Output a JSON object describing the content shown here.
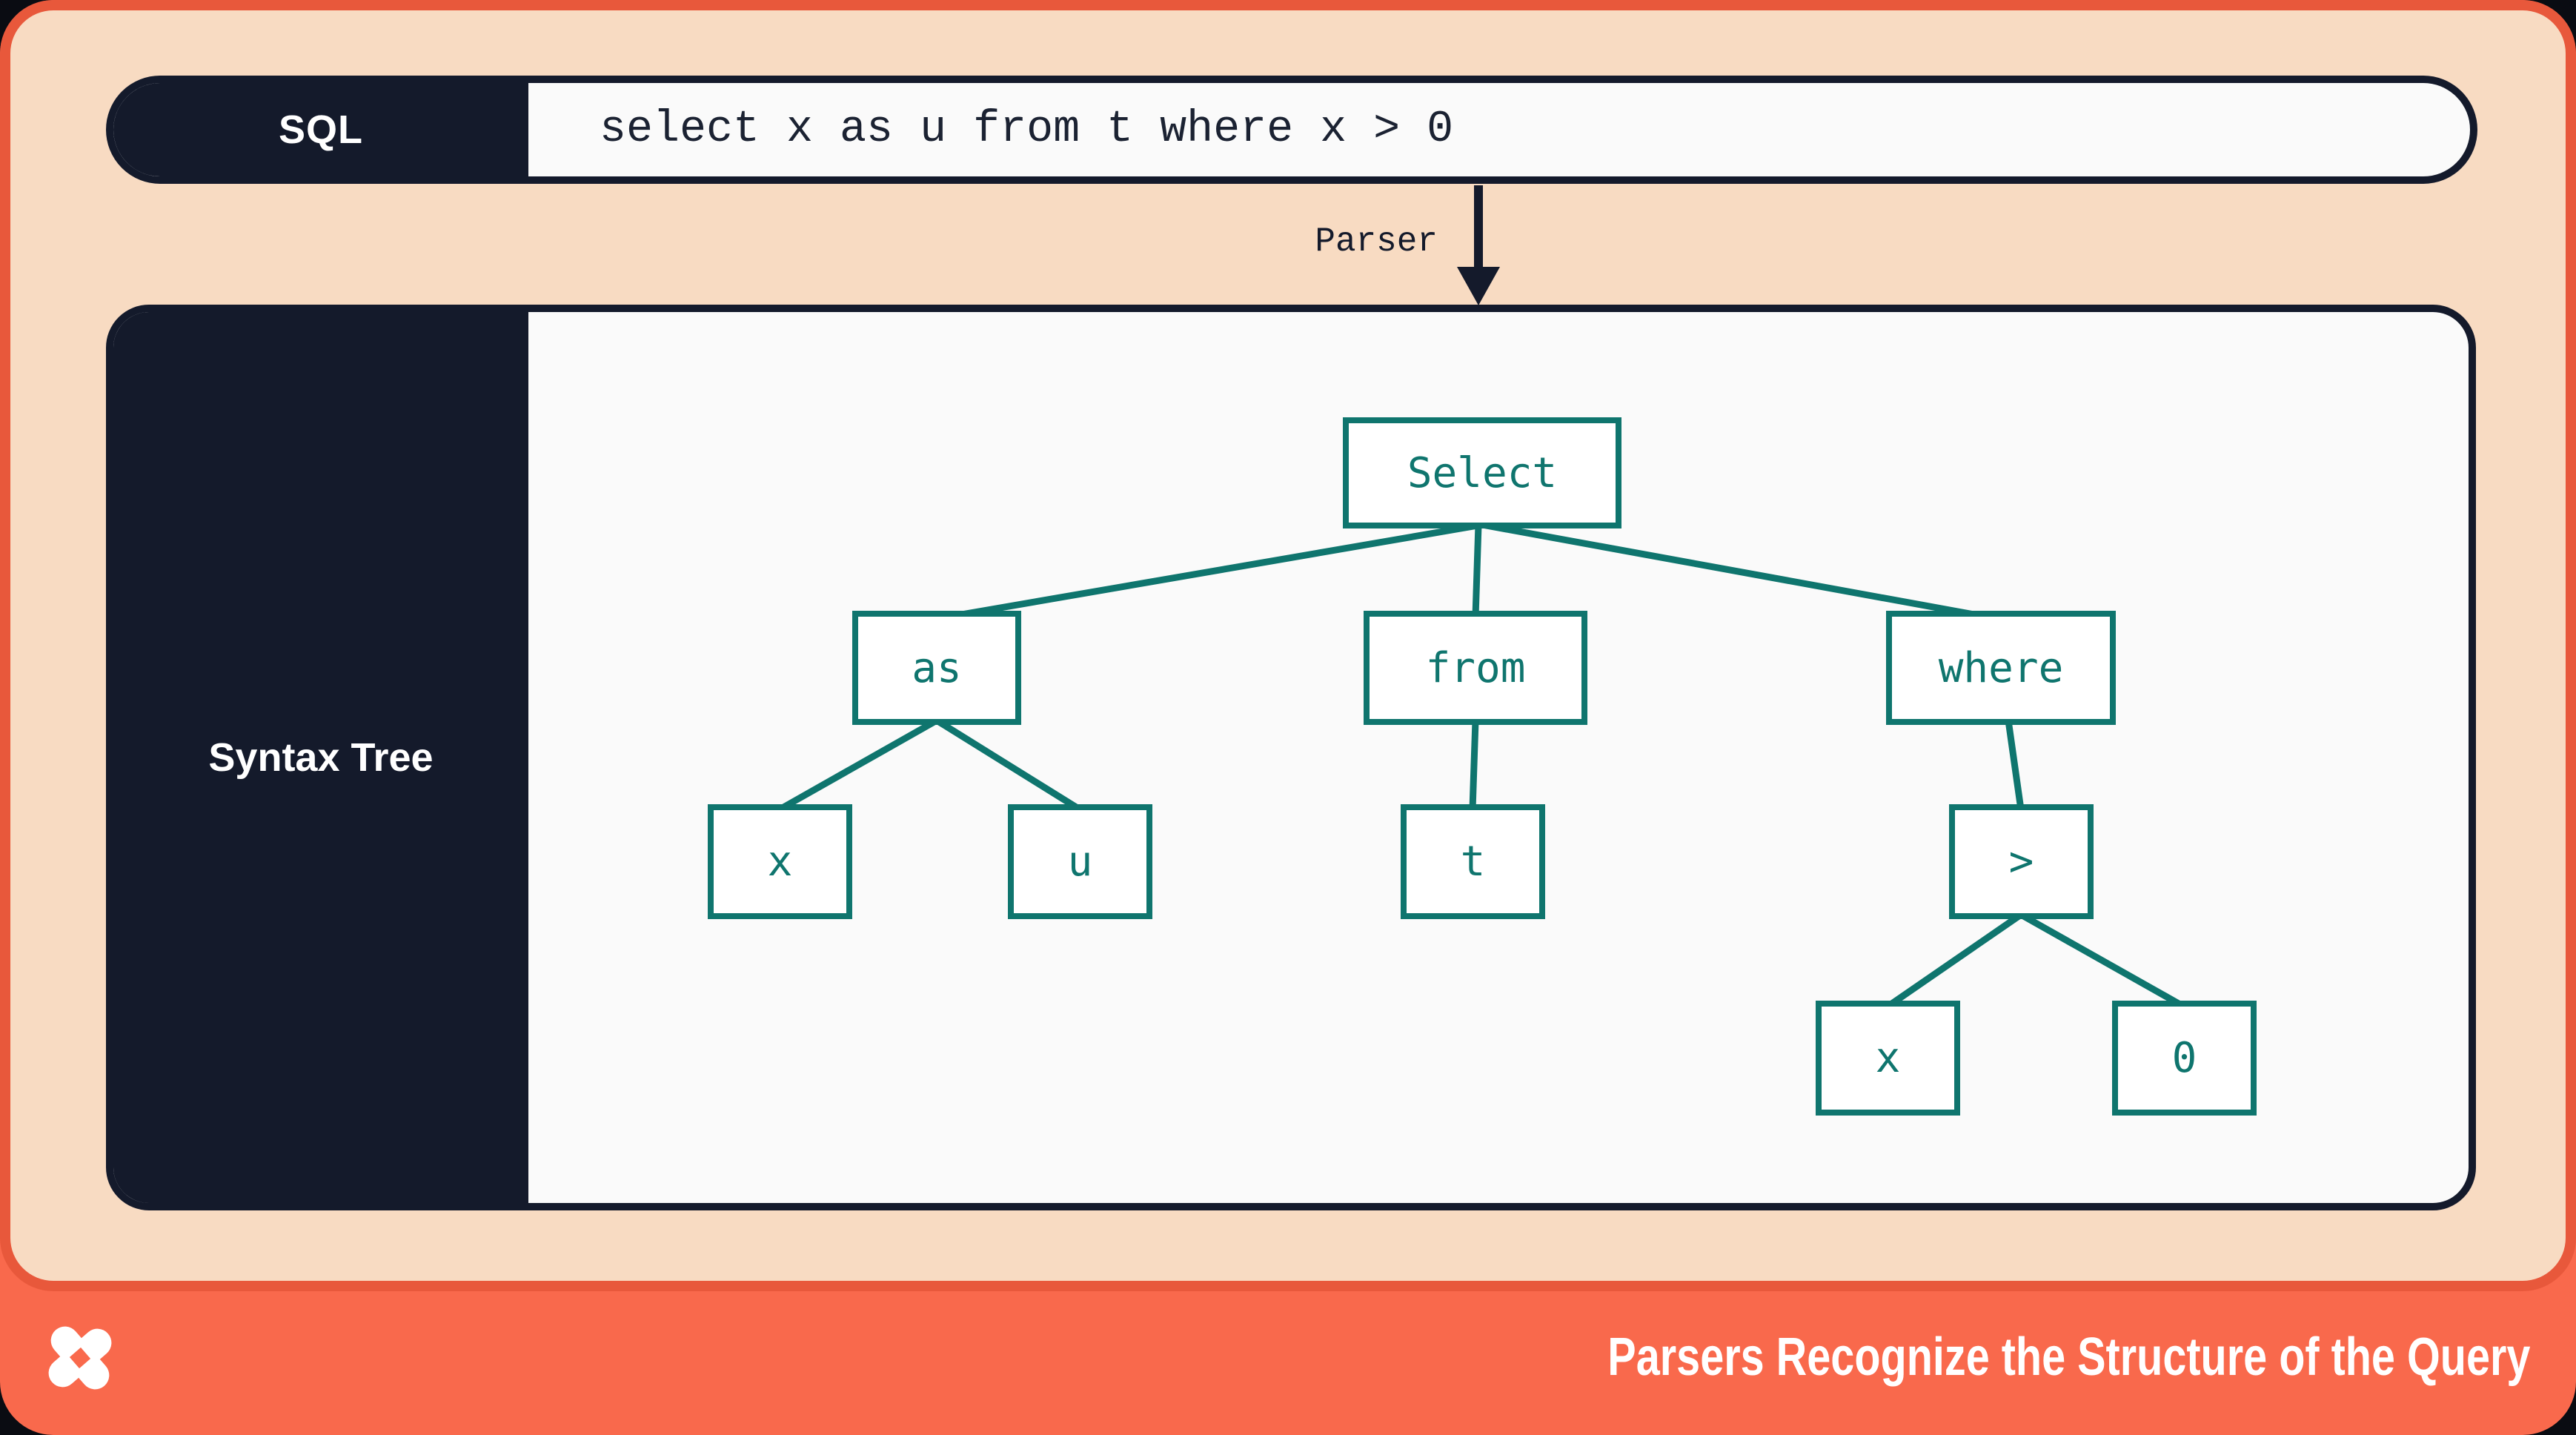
{
  "colors": {
    "coral": "#F9694C",
    "coral_edge": "#E8583B",
    "peach": "#F8DBC2",
    "navy": "#141A2B",
    "teal": "#0F756E",
    "panel_white": "#FAFAFA",
    "page_bg": "#0A0C12",
    "text_white": "#FFFFFF"
  },
  "sql_bar": {
    "label": "SQL",
    "query": "select x as u from t where x > 0"
  },
  "parser": {
    "label": "Parser"
  },
  "syntax_tree": {
    "panel_label": "Syntax Tree",
    "nodes": [
      {
        "id": "select",
        "label": "Select"
      },
      {
        "id": "as",
        "label": "as"
      },
      {
        "id": "from",
        "label": "from"
      },
      {
        "id": "where",
        "label": "where"
      },
      {
        "id": "x-alias",
        "label": "x"
      },
      {
        "id": "u",
        "label": "u"
      },
      {
        "id": "t",
        "label": "t"
      },
      {
        "id": "gt",
        "label": ">"
      },
      {
        "id": "x-operand",
        "label": "x"
      },
      {
        "id": "zero",
        "label": "0"
      }
    ],
    "edges": [
      [
        "select",
        "as"
      ],
      [
        "select",
        "from"
      ],
      [
        "select",
        "where"
      ],
      [
        "as",
        "x-alias"
      ],
      [
        "as",
        "u"
      ],
      [
        "from",
        "t"
      ],
      [
        "where",
        "gt"
      ],
      [
        "gt",
        "x-operand"
      ],
      [
        "gt",
        "zero"
      ]
    ]
  },
  "footer": {
    "title": "Parsers Recognize the Structure of the Query",
    "logo": "pinwheel-x-logo"
  }
}
